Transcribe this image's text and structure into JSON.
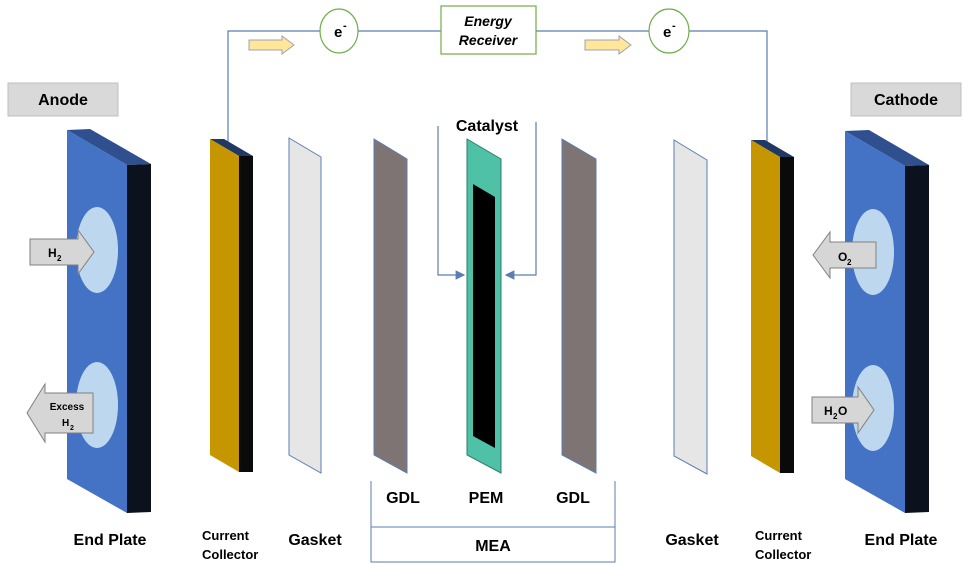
{
  "header": {
    "anode": "Anode",
    "cathode": "Cathode"
  },
  "circuit": {
    "electron_left": "e",
    "electron_right": "e",
    "electron_charge": "-",
    "receiver_line1": "Energy",
    "receiver_line2": "Receiver"
  },
  "labels": {
    "catalyst": "Catalyst",
    "gdl_left": "GDL",
    "pem": "PEM",
    "gdl_right": "GDL",
    "mea": "MEA",
    "end_plate_left": "End Plate",
    "current_collector_left_1": "Current",
    "current_collector_left_2": "Collector",
    "gasket_left": "Gasket",
    "gasket_right": "Gasket",
    "current_collector_right_1": "Current",
    "current_collector_right_2": "Collector",
    "end_plate_right": "End Plate"
  },
  "flows": {
    "h2_in": "H",
    "h2_in_sub": "2",
    "excess_line1": "Excess",
    "excess_line2": "H",
    "excess_sub": "2",
    "o2_in": "O",
    "o2_sub": "2",
    "h2o_out_h": "H",
    "h2o_out_sub": "2",
    "h2o_out_o": "O"
  },
  "colors": {
    "end_plate_face": "#4472C4",
    "end_plate_top": "#2F4F8F",
    "end_plate_side": "#0C121D",
    "port": "#BDD7EE",
    "current_collector": "#C59600",
    "gasket": "#E7E6E6",
    "gdl": "#7F7474",
    "pem_frame": "#4FC1A6",
    "pem_core": "#000000",
    "label_box": "#D9D9D9",
    "arrow_gray": "#D6D6D6",
    "electron_arrow": "#FFE699",
    "circuit_line": "#5B7DB1",
    "receiver_border": "#70AD47"
  }
}
